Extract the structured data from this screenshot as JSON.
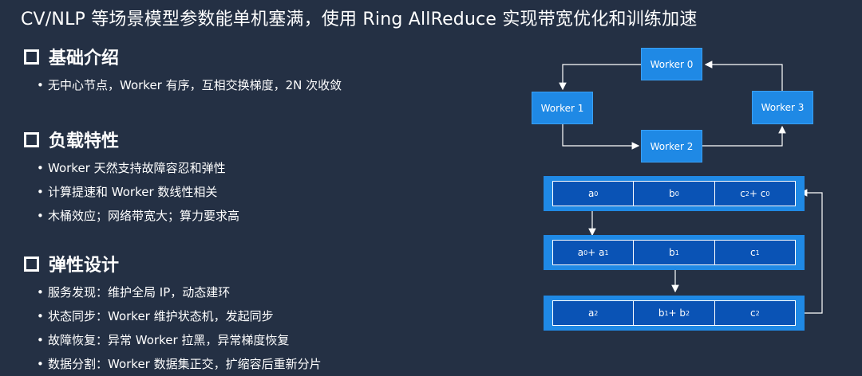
{
  "title": "CV/NLP 等场景模型参数能单机塞满，使用 Ring AllReduce 实现带宽优化和训练加速",
  "sections": [
    {
      "heading": "基础介绍",
      "bullets": [
        "无中心节点，Worker 有序，互相交换梯度，2N 次收敛"
      ]
    },
    {
      "heading": "负载特性",
      "bullets": [
        "Worker 天然支持故障容忍和弹性",
        "计算提速和 Worker 数线性相关",
        "木桶效应；网络带宽大；算力要求高"
      ]
    },
    {
      "heading": "弹性设计",
      "bullets": [
        "服务发现：维护全局 IP，动态建环",
        "状态同步：Worker 维护状态机，发起同步",
        "故障恢复：异常 Worker 拉黑，异常梯度恢复",
        "数据分割：Worker 数据集正交，扩缩容后重新分片"
      ]
    }
  ],
  "workers": [
    "Worker 0",
    "Worker 1",
    "Worker 2",
    "Worker 3"
  ],
  "rows": [
    [
      {
        "t": "a",
        "s": "0"
      },
      {
        "t": "b",
        "s": "0"
      },
      {
        "t": "c",
        "s": "2",
        "t2": " + c",
        "s2": "0"
      }
    ],
    [
      {
        "t": "a",
        "s": "0",
        "t2": " + a",
        "s2": "1"
      },
      {
        "t": "b",
        "s": "1"
      },
      {
        "t": "c",
        "s": "1"
      }
    ],
    [
      {
        "t": "a",
        "s": "2"
      },
      {
        "t": "b",
        "s": "1",
        "t2": " + b",
        "s2": "2"
      },
      {
        "t": "c",
        "s": "2"
      }
    ]
  ],
  "colors": {
    "node": "#1f89e5",
    "cell": "#0a53b5",
    "bg": "#243044"
  }
}
